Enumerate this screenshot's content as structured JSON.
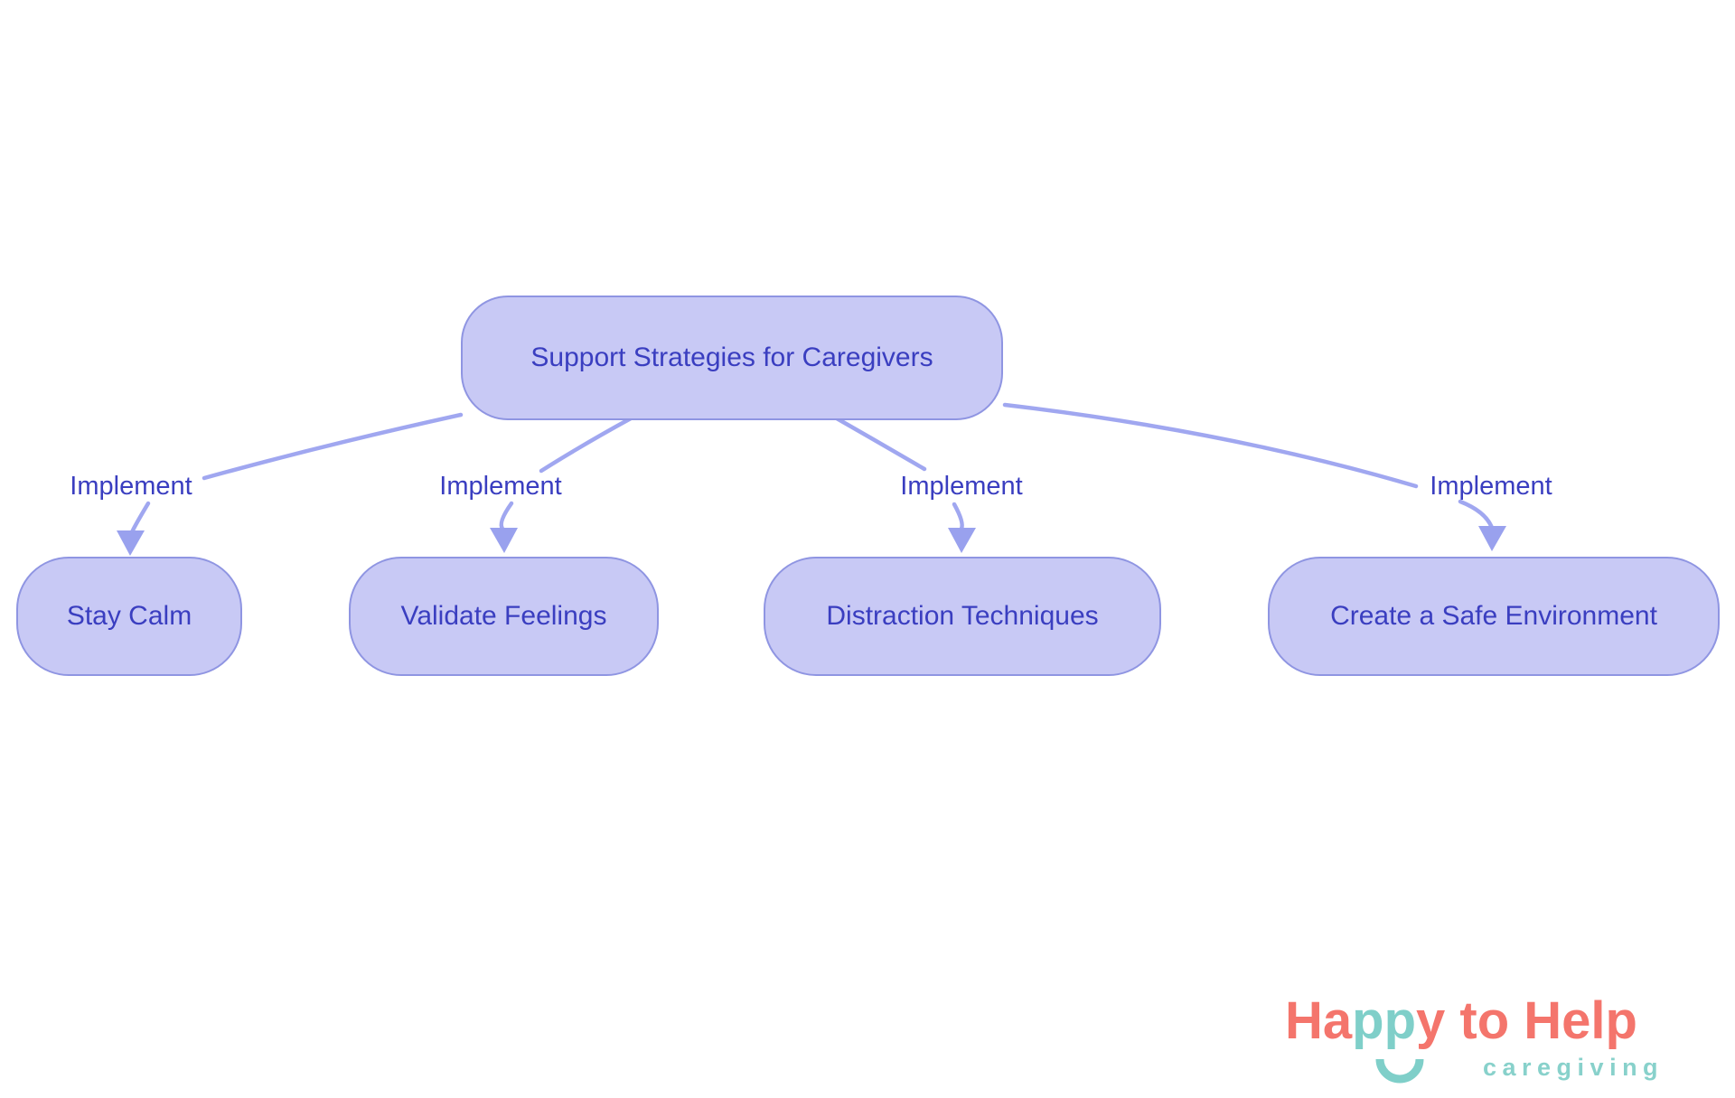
{
  "diagram": {
    "root": {
      "label": "Support Strategies for Caregivers"
    },
    "children": [
      {
        "label": "Stay Calm"
      },
      {
        "label": "Validate Feelings"
      },
      {
        "label": "Distraction Techniques"
      },
      {
        "label": "Create a Safe Environment"
      }
    ],
    "edges": [
      {
        "label": "Implement"
      },
      {
        "label": "Implement"
      },
      {
        "label": "Implement"
      },
      {
        "label": "Implement"
      }
    ]
  },
  "logo": {
    "part1": "Ha",
    "part2": "pp",
    "part3": "y to Help",
    "subtitle": "caregiving"
  },
  "colors": {
    "node_fill": "#c8c9f5",
    "node_border": "#8f95e2",
    "node_text": "#3a3ec0",
    "edge_line": "#a0a7f0",
    "arrowhead": "#99a1ee",
    "logo_coral": "#f4756c",
    "logo_teal": "#7fcfc9"
  }
}
